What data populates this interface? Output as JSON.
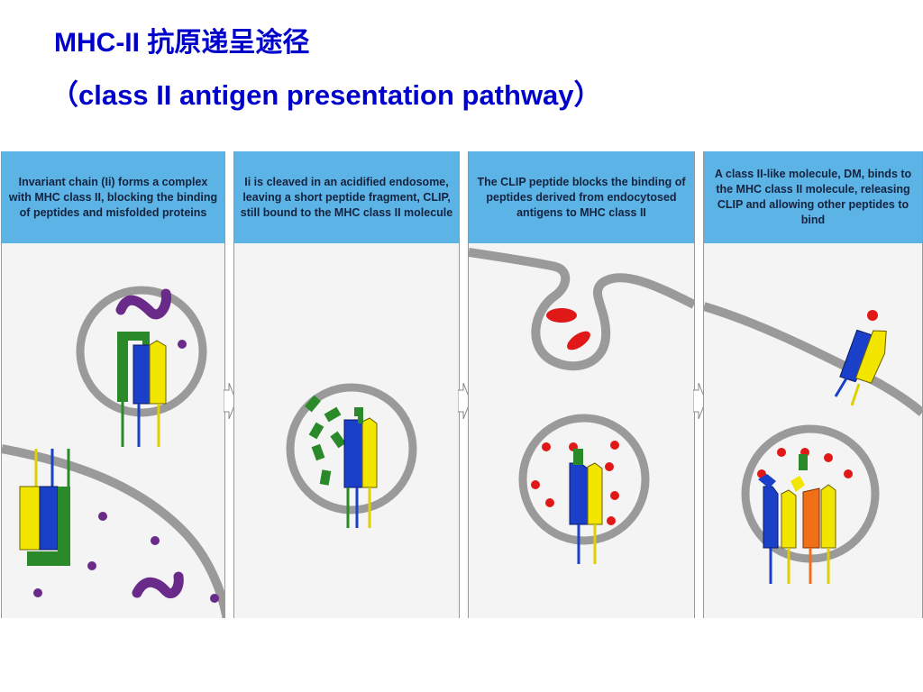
{
  "title": {
    "line1": "MHC-II 抗原递呈途径",
    "line2": "（class II antigen presentation pathway）"
  },
  "panels": [
    {
      "caption": "Invariant chain (Ii) forms a complex with MHC class II, blocking the binding of peptides and misfolded proteins"
    },
    {
      "caption": "Ii is cleaved in an acidified endosome, leaving a short peptide fragment, CLIP, still bound to the MHC class II molecule"
    },
    {
      "caption": "The CLIP peptide blocks the binding of peptides derived from endocytosed antigens to MHC class II"
    },
    {
      "caption": "A class II-like molecule, DM, binds to the MHC class II molecule, releasing CLIP and allowing other peptides to bind"
    }
  ],
  "colors": {
    "title": "#0000cc",
    "caption_bg": "#5cb3e6",
    "panel_bg": "#f4f4f4",
    "membrane": "#9a9a9a",
    "mhc_alpha": "#1a3fc8",
    "mhc_beta": "#f2e600",
    "invariant_chain": "#2a8a2a",
    "dm_molecule": "#f07018",
    "purple_protein": "#6a2a8a",
    "red_peptide": "#e01818"
  }
}
